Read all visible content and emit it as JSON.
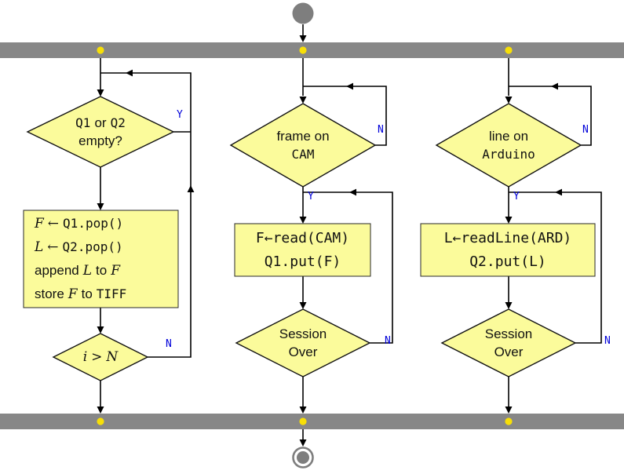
{
  "diagram": {
    "type": "flowchart-fork-join",
    "threads": [
      "merge-store",
      "camera-reader",
      "arduino-reader"
    ]
  },
  "t1": {
    "cond1": {
      "w1": "Q1",
      "w2": "or",
      "w3": "Q2",
      "l2": "empty?"
    },
    "branch_yes": "Y",
    "proc": {
      "l1v": "F",
      "l1o": "←",
      "l1c": "Q1.pop()",
      "l2v": "L",
      "l2o": "←",
      "l2c": "Q2.pop()",
      "l3w1": "append",
      "l3v1": "L",
      "l3w2": "to",
      "l3v2": "F",
      "l4w1": "store",
      "l4v1": "F",
      "l4w2": "to",
      "l4c": "TIFF"
    },
    "cond2": {
      "v1": "i",
      "op": ">",
      "v2": "N"
    },
    "branch_no": "N"
  },
  "t2": {
    "cond1": {
      "l1": "frame on",
      "l2": "CAM"
    },
    "branch_no": "N",
    "branch_yes": "Y",
    "proc": {
      "l1": "F←read(CAM)",
      "l2": "Q1.put(F)"
    },
    "cond2": {
      "l1": "Session",
      "l2": "Over"
    },
    "branch_no2": "N"
  },
  "t3": {
    "cond1": {
      "l1": "line on",
      "l2": "Arduino"
    },
    "branch_no": "N",
    "branch_yes": "Y",
    "proc": {
      "l1": "L←readLine(ARD)",
      "l2": "Q2.put(L)"
    },
    "cond2": {
      "l1": "Session",
      "l2": "Over"
    },
    "branch_no2": "N"
  },
  "colors": {
    "node_fill": "#fbfb9b",
    "node_stroke": "#111111",
    "bar": "#878787",
    "dot": "#f7df07",
    "branch_label": "#0000d9",
    "edge": "#000000"
  }
}
